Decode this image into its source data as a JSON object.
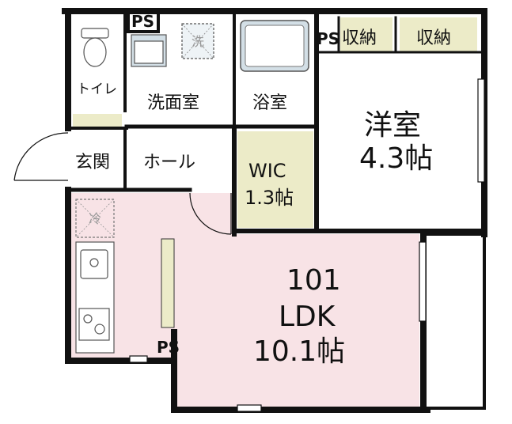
{
  "colors": {
    "wall": "#111111",
    "ldk_floor": "#f8e3e6",
    "storage_fill": "#ecebc8",
    "bath_fill": "#d3dfe6"
  },
  "rooms": {
    "toilet": "トイレ",
    "washroom": "洗面室",
    "bath": "浴室",
    "entrance": "玄関",
    "hall": "ホール",
    "wic_name": "WIC",
    "wic_size": "1.3帖",
    "western_name": "洋室",
    "western_size": "4.3帖",
    "storage_1": "収納",
    "storage_2": "収納",
    "unit_number": "101",
    "ldk_name": "LDK",
    "ldk_size": "10.1帖"
  },
  "fixtures": {
    "washer_mark": "洗",
    "fridge_mark": "冷"
  },
  "pipe_spaces": {
    "ps_top": "PS",
    "ps_storage": "PS",
    "ps_ldk": "PS"
  },
  "icons": [
    "toilet-icon",
    "washbasin-icon",
    "bathtub-icon",
    "sink-icon",
    "stove-icon",
    "door-swing-icon",
    "window-icon"
  ]
}
